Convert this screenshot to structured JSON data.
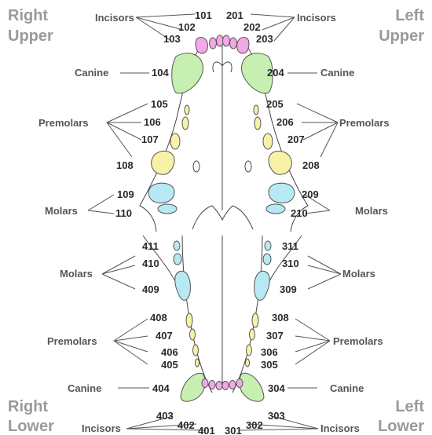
{
  "quadrants": {
    "right_upper": [
      "Right",
      "Upper"
    ],
    "left_upper": [
      "Left",
      "Upper"
    ],
    "right_lower": [
      "Right",
      "Lower"
    ],
    "left_lower": [
      "Left",
      "Lower"
    ]
  },
  "groups": {
    "incisors": "Incisors",
    "canine": "Canine",
    "premolars": "Premolars",
    "molars": "Molars"
  },
  "teeth": {
    "101": "101",
    "102": "102",
    "103": "103",
    "104": "104",
    "105": "105",
    "106": "106",
    "107": "107",
    "108": "108",
    "109": "109",
    "110": "110",
    "201": "201",
    "202": "202",
    "203": "203",
    "204": "204",
    "205": "205",
    "206": "206",
    "207": "207",
    "208": "208",
    "209": "209",
    "210": "210",
    "301": "301",
    "302": "302",
    "303": "303",
    "304": "304",
    "305": "305",
    "306": "306",
    "307": "307",
    "308": "308",
    "309": "309",
    "310": "310",
    "311": "311",
    "401": "401",
    "402": "402",
    "403": "403",
    "404": "404",
    "405": "405",
    "406": "406",
    "407": "407",
    "408": "408",
    "409": "409",
    "410": "410",
    "411": "411"
  },
  "colors": {
    "incisor": "#f2a9e8",
    "canine": "#c6efb1",
    "premolar": "#f7f2a8",
    "molar": "#b7e9f4",
    "quadrant_text": "#9a9a9a"
  }
}
